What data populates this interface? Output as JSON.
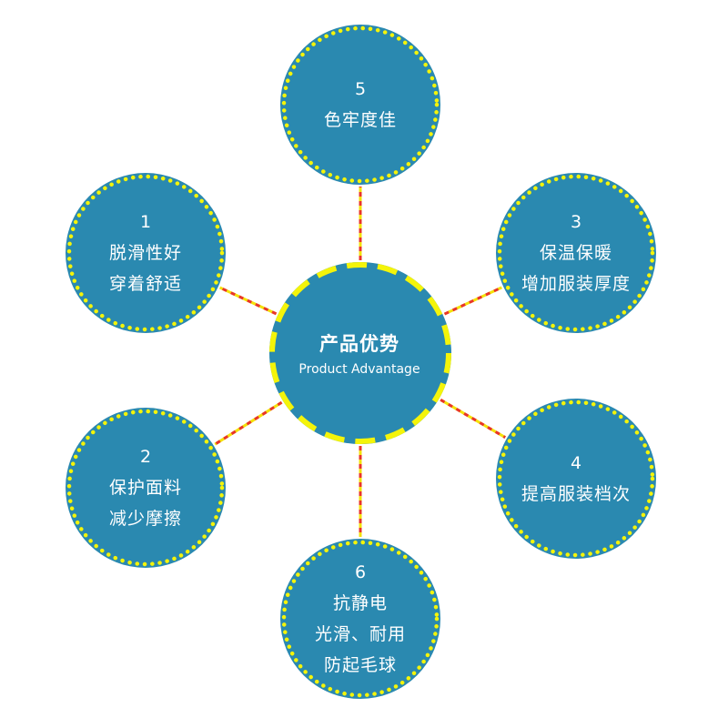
{
  "colors": {
    "circle_fill": "#2A89B0",
    "dot_border": "#F4F40A",
    "center_dash_yellow": "#F4F40A",
    "center_dash_blue": "#2A89B0",
    "connector_red": "#E8352A",
    "connector_yellow": "#F4E20A",
    "text": "#FFFFFF"
  },
  "center": {
    "title": "产品优势",
    "subtitle": "Product  Advantage"
  },
  "nodes": [
    {
      "number": "1",
      "lines": [
        "脱滑性好",
        "穿着舒适"
      ]
    },
    {
      "number": "2",
      "lines": [
        "保护面料",
        "减少摩擦"
      ]
    },
    {
      "number": "3",
      "lines": [
        "保温保暖",
        "增加服装厚度"
      ]
    },
    {
      "number": "4",
      "lines": [
        "提高服装档次"
      ]
    },
    {
      "number": "5",
      "lines": [
        "色牢度佳"
      ]
    },
    {
      "number": "6",
      "lines": [
        "抗静电",
        "光滑、耐用",
        "防起毛球"
      ]
    }
  ]
}
